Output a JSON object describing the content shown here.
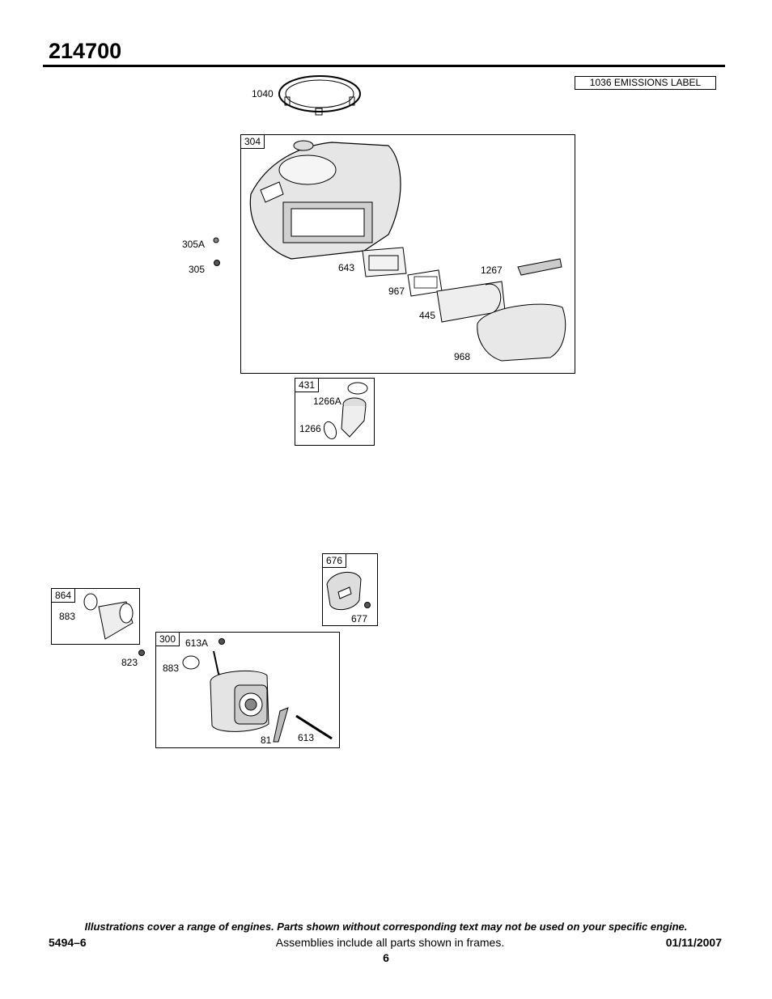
{
  "header": {
    "model_number": "214700"
  },
  "emissions_label": "1036 EMISSIONS LABEL",
  "parts": {
    "p1040": "1040",
    "p304": "304",
    "p305A": "305A",
    "p305": "305",
    "p643": "643",
    "p1267": "1267",
    "p967": "967",
    "p445": "445",
    "p968": "968",
    "p431": "431",
    "p1266A": "1266A",
    "p1266": "1266",
    "p676": "676",
    "p677": "677",
    "p864": "864",
    "p883a": "883",
    "p823": "823",
    "p300": "300",
    "p613A": "613A",
    "p883b": "883",
    "p81": "81",
    "p613": "613"
  },
  "footer": {
    "disclaimer": "Illustrations cover a range of engines. Parts shown without corresponding text may not be used on your specific engine.",
    "doc_number": "5494–6",
    "assemblies_note": "Assemblies include all parts shown in frames.",
    "date": "01/11/2007",
    "page": "6"
  }
}
